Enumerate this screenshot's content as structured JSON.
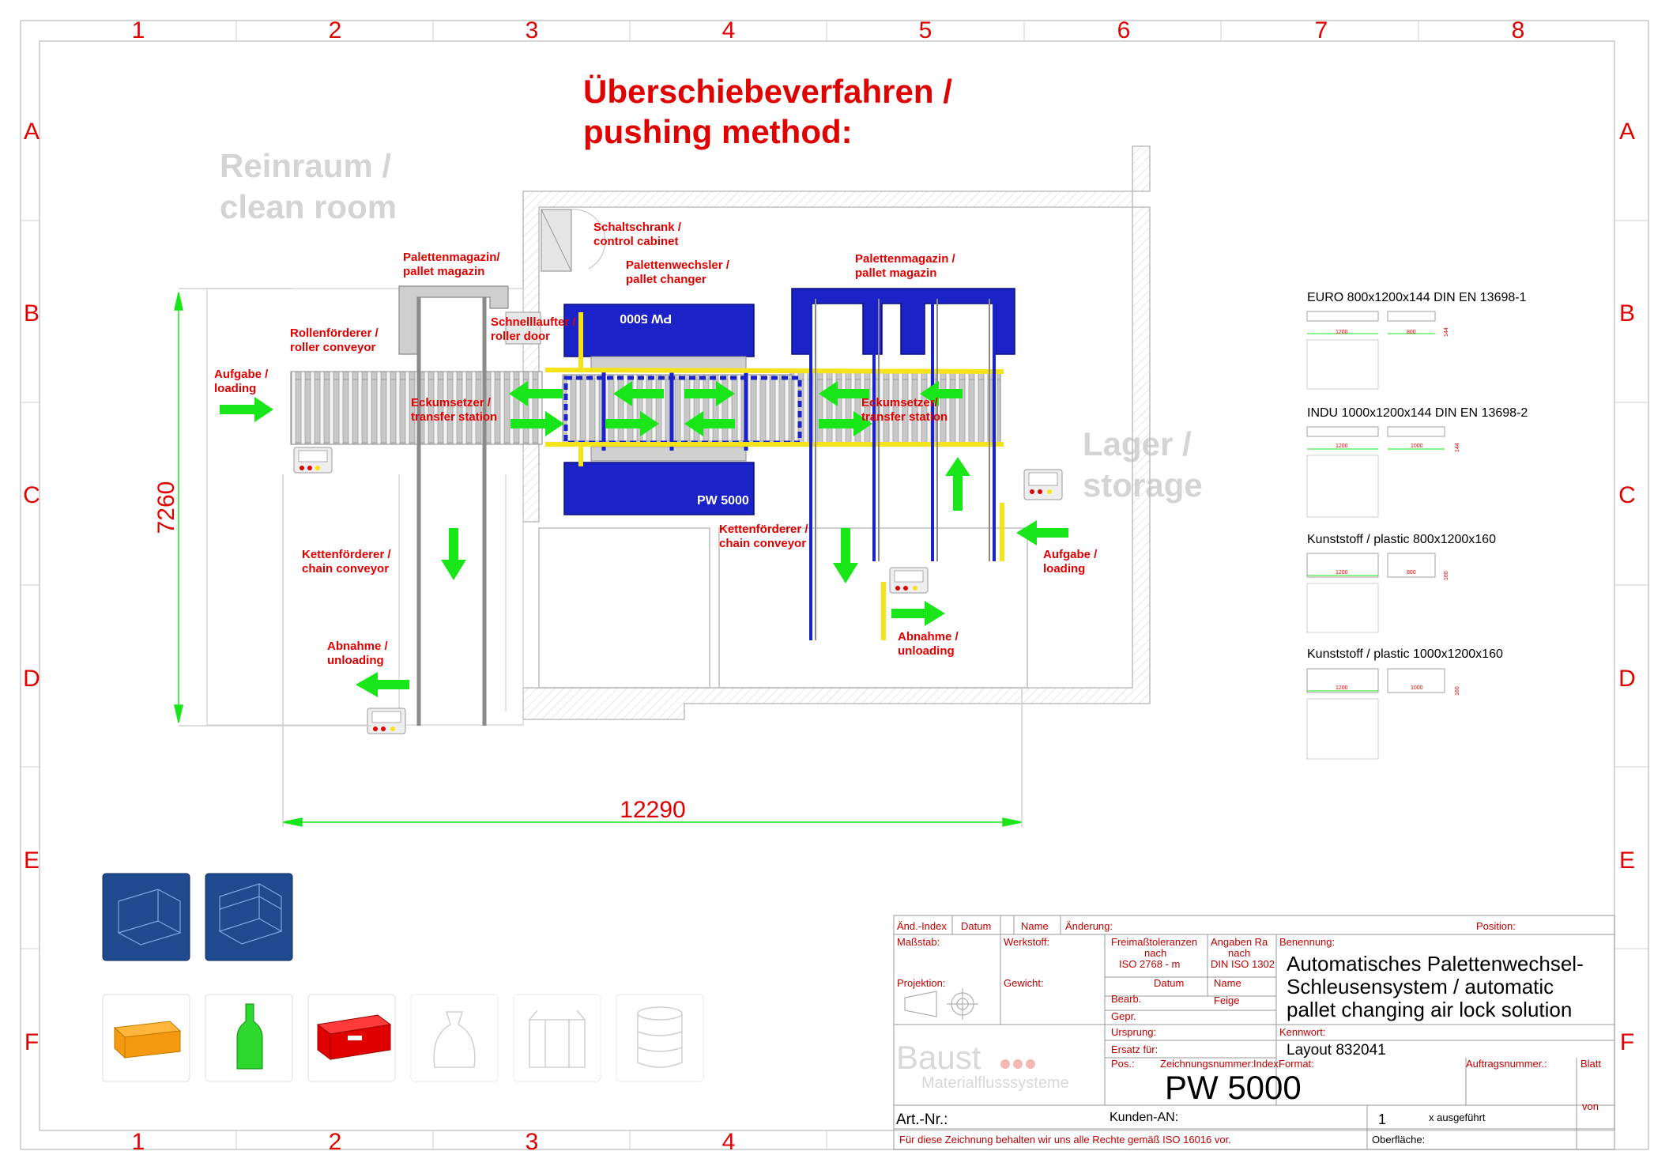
{
  "title": {
    "line1": "Überschiebeverfahren /",
    "line2": "pushing method:"
  },
  "zones": {
    "cleanroom_1": "Reinraum /",
    "cleanroom_2": "clean room",
    "storage_1": "Lager /",
    "storage_2": "storage"
  },
  "grid": {
    "columns": [
      "1",
      "2",
      "3",
      "4",
      "5",
      "6",
      "7",
      "8"
    ],
    "rows": [
      "A",
      "B",
      "C",
      "D",
      "E",
      "F"
    ],
    "bottom_columns": [
      "1",
      "2",
      "3",
      "4"
    ]
  },
  "dimensions": {
    "height": "7260",
    "width": "12290"
  },
  "labels": {
    "control_cabinet_1": "Schaltschrank /",
    "control_cabinet_2": "control cabinet",
    "magazin_left_1": "Palettenmagazin/",
    "magazin_left_2": "pallet magazin",
    "changer_1": "Palettenwechsler /",
    "changer_2": "pallet changer",
    "magazin_right_1": "Palettenmagazin /",
    "magazin_right_2": "pallet magazin",
    "roller_1": "Rollenförderer /",
    "roller_2": "roller conveyor",
    "door_1": "Schnelllaufter /",
    "door_2": "roller door",
    "loading_left_1": "Aufgabe /",
    "loading_left_2": "loading",
    "transfer_left_1": "Eckumsetzer /",
    "transfer_left_2": "transfer station",
    "transfer_right_1": "Eckumsetzer/",
    "transfer_right_2": "transfer station",
    "chain_left_1": "Kettenförderer /",
    "chain_left_2": "chain conveyor",
    "chain_right_1": "Kettenförderer /",
    "chain_right_2": "chain conveyor",
    "unloading_left_1": "Abnahme /",
    "unloading_left_2": "unloading",
    "unloading_right_1": "Abnahme /",
    "unloading_right_2": "unloading",
    "loading_right_1": "Aufgabe /",
    "loading_right_2": "loading",
    "machine_top": "PW 5000",
    "machine_bottom": "PW 5000"
  },
  "pallets": [
    {
      "name": "EURO 800x1200x144  DIN EN 13698-1",
      "dim_a": "1200",
      "dim_b": "800",
      "dim_h": "144"
    },
    {
      "name": "INDU 1000x1200x144  DIN EN 13698-2",
      "dim_a": "1200",
      "dim_b": "1000",
      "dim_h": "144"
    },
    {
      "name": "Kunststoff / plastic 800x1200x160",
      "dim_a": "1200",
      "dim_b": "800",
      "dim_h": "160"
    },
    {
      "name": "Kunststoff / plastic 1000x1200x160",
      "dim_a": "1200",
      "dim_b": "1000",
      "dim_h": "160"
    }
  ],
  "titleblock": {
    "aend_index": "Änd.-Index",
    "datum": "Datum",
    "name": "Name",
    "aenderung": "Änderung:",
    "position": "Position:",
    "massstab": "Maßstab:",
    "werkstoff": "Werkstoff:",
    "freimass_1": "Freimaßtoleranzen",
    "freimass_2": "nach",
    "freimass_3": "ISO 2768 - m",
    "angaben_1": "Angaben Ra",
    "angaben_2": "nach",
    "angaben_3": "DIN ISO 1302",
    "benennung": "Benennung:",
    "benennung_1": "Automatisches Palettenwechsel-",
    "benennung_2": "Schleusensystem / automatic",
    "benennung_3": "pallet changing air lock solution",
    "projektion": "Projektion:",
    "gewicht": "Gewicht:",
    "datum2": "Datum",
    "name2": "Name",
    "bearb": "Bearb.",
    "bearb_name": "Feige",
    "gepr": "Gepr.",
    "ursprung": "Ursprung:",
    "ersatz": "Ersatz für:",
    "kennwort": "Kennwort:",
    "kennwort_val": "Layout 832041",
    "pos": "Pos.:",
    "zeichnungsnummer": "Zeichnungsnummer:",
    "index": "Index:",
    "format": "Format:",
    "auftragsnummer": "Auftragsnummer.:",
    "blatt": "Blatt",
    "von": "von",
    "drawing_number": "PW 5000",
    "art_nr": "Art.-Nr.:",
    "kunden_an": "Kunden-AN:",
    "count": "1",
    "ausgefuehrt": "x ausgeführt",
    "rights": "Für diese Zeichnung behalten wir uns alle Rechte gemäß ISO 16016 vor.",
    "oberflaeche": "Oberfläche:",
    "logo_1": "Baust",
    "logo_2": "Materialflusssysteme"
  },
  "colors": {
    "red": "#e00000",
    "blue": "#1a22c8",
    "yellow": "#f5e31a",
    "green": "#19e619",
    "gray": "#9a9a9a"
  }
}
